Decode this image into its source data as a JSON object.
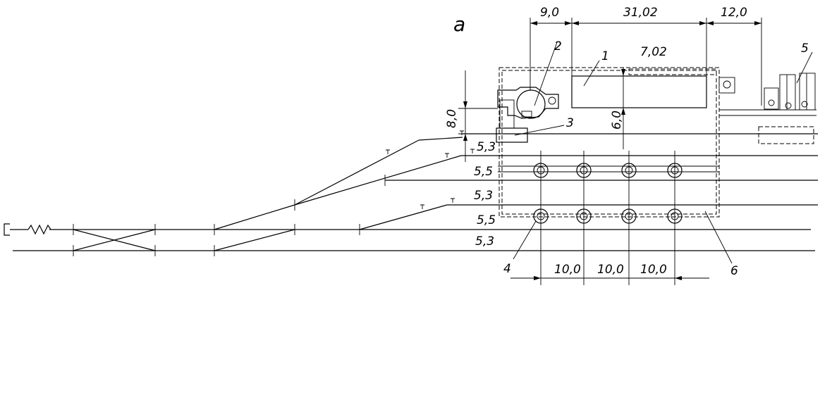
{
  "figure_label": "a",
  "dimensions": {
    "top_left": "9,0",
    "top_middle": "31,02",
    "top_right": "12,0",
    "inner_width": "7,02",
    "vertical_left": "8,0",
    "vertical_inner": "6,0",
    "bottom_1": "10,0",
    "bottom_2": "10,0",
    "bottom_3": "10,0"
  },
  "track_spacings": [
    "5,3",
    "5,5",
    "5,3",
    "5,5",
    "5,3"
  ],
  "callouts": {
    "c1": "1",
    "c2": "2",
    "c3": "3",
    "c4": "4",
    "c5": "5",
    "c6": "6"
  }
}
